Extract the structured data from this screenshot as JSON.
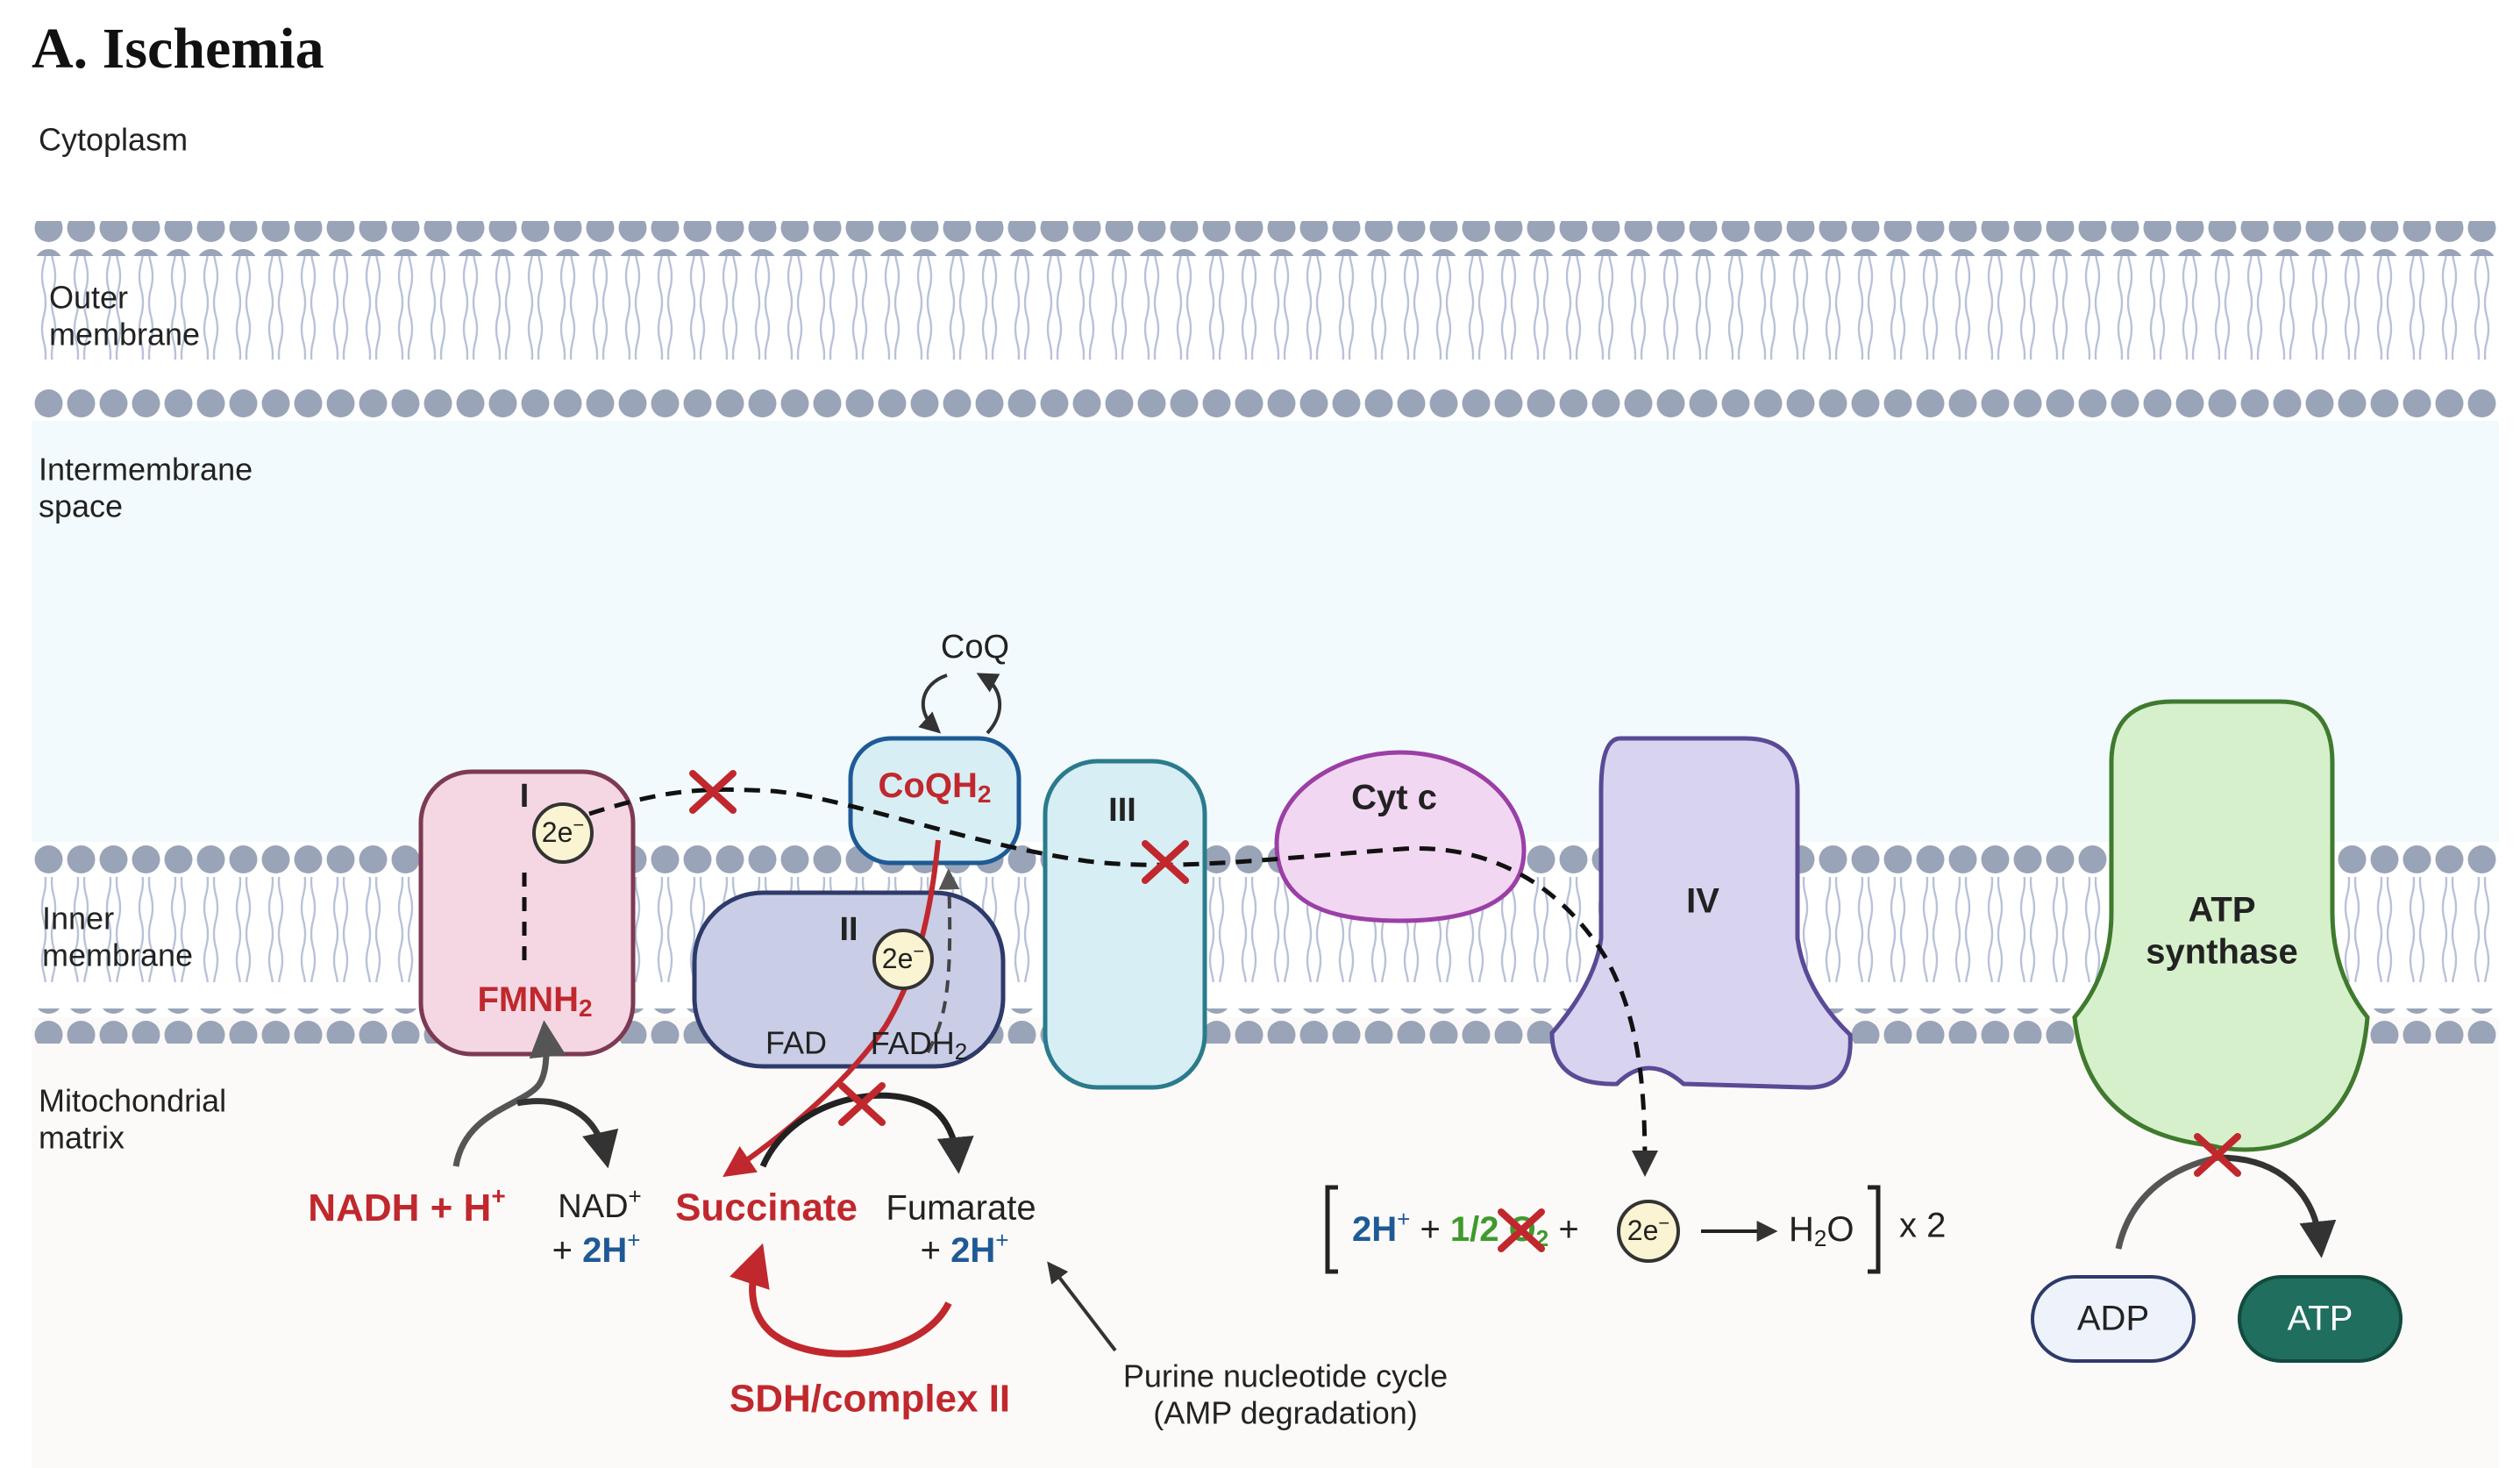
{
  "title": "A. Ischemia",
  "regions": {
    "cytoplasm": "Cytoplasm",
    "outer_membrane": [
      "Outer",
      "membrane"
    ],
    "intermembrane_space": [
      "Intermembrane",
      "space"
    ],
    "inner_membrane": [
      "Inner",
      "membrane"
    ],
    "matrix": [
      "Mitochondrial",
      "matrix"
    ]
  },
  "complexes": {
    "c1": "I",
    "c2": "II",
    "c3": "III",
    "cytc": "Cyt c",
    "c4": "IV",
    "atp_synthase": [
      "ATP",
      "synthase"
    ]
  },
  "molecules": {
    "electron": "2e",
    "electron_sup": "−",
    "coq": "CoQ",
    "coqh2": "CoQH",
    "coqh2_sub": "2",
    "fmnh2": "FMNH",
    "fmnh2_sub": "2",
    "fad": "FAD",
    "fadh2": "FADH",
    "fadh2_sub": "2",
    "nadh": "NADH + H",
    "nadh_sup": "+",
    "nad": "NAD",
    "nad_sup": "+",
    "plus_2h": "+ ",
    "two_h": "2H",
    "two_h_sup": "+",
    "succinate": "Succinate",
    "fumarate": "Fumarate",
    "sdh": "SDH/complex II",
    "purine": [
      "Purine nucleotide cycle",
      "(AMP degradation)"
    ],
    "adp": "ADP",
    "atp": "ATP"
  },
  "equation": {
    "h": "2H",
    "h_sup": "+",
    "plus1": " + ",
    "o2": "1/2 O",
    "o2_sub": "2",
    "plus2": " + ",
    "electron": "2e",
    "electron_sup": "−",
    "water": "H",
    "water_sub": "2",
    "water_end": "O",
    "times": "x 2"
  },
  "colors": {
    "red": "#c0282e",
    "blue": "#1e5a96",
    "green": "#3e9a2c",
    "c1_fill": "#f4d7e3",
    "c1_stroke": "#7d3a52",
    "c2_fill": "#c9cde6",
    "c2_stroke": "#2e3a6a",
    "c3_fill": "#d7eef4",
    "c3_stroke": "#2a7b8c",
    "cytc_fill": "#f2d7f2",
    "cytc_stroke": "#9b3fa6",
    "c4_fill": "#d8d4f0",
    "c4_stroke": "#5a4a96",
    "atp_fill": "#d6f0cc",
    "atp_stroke": "#3f7a2e",
    "atp_pill": "#1f6e5e"
  }
}
